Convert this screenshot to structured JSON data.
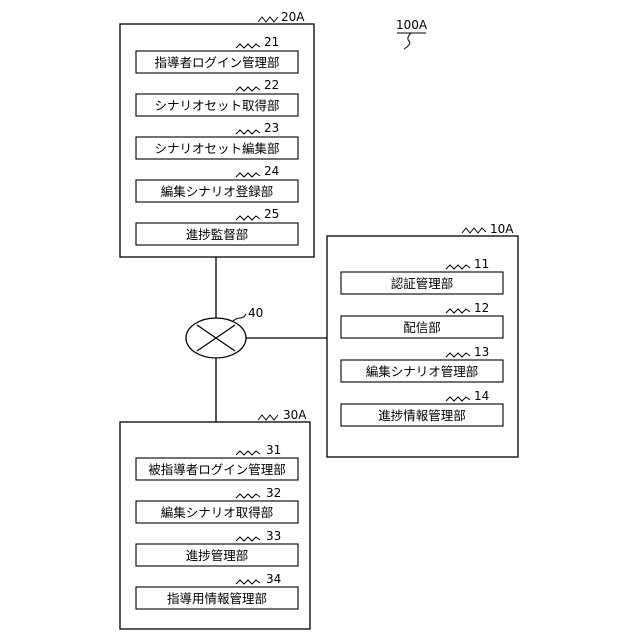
{
  "figure_ref": "100A",
  "network": {
    "ref": "40"
  },
  "blocks": {
    "instructor_terminal": {
      "ref": "20A",
      "units": [
        {
          "ref": "21",
          "label": "指導者ログイン管理部"
        },
        {
          "ref": "22",
          "label": "シナリオセット取得部"
        },
        {
          "ref": "23",
          "label": "シナリオセット編集部"
        },
        {
          "ref": "24",
          "label": "編集シナリオ登録部"
        },
        {
          "ref": "25",
          "label": "進捗監督部"
        }
      ]
    },
    "server": {
      "ref": "10A",
      "units": [
        {
          "ref": "11",
          "label": "認証管理部"
        },
        {
          "ref": "12",
          "label": "配信部"
        },
        {
          "ref": "13",
          "label": "編集シナリオ管理部"
        },
        {
          "ref": "14",
          "label": "進捗情報管理部"
        }
      ]
    },
    "trainee_terminal": {
      "ref": "30A",
      "units": [
        {
          "ref": "31",
          "label": "被指導者ログイン管理部"
        },
        {
          "ref": "32",
          "label": "編集シナリオ取得部"
        },
        {
          "ref": "33",
          "label": "進捗管理部"
        },
        {
          "ref": "34",
          "label": "指導用情報管理部"
        }
      ]
    }
  }
}
